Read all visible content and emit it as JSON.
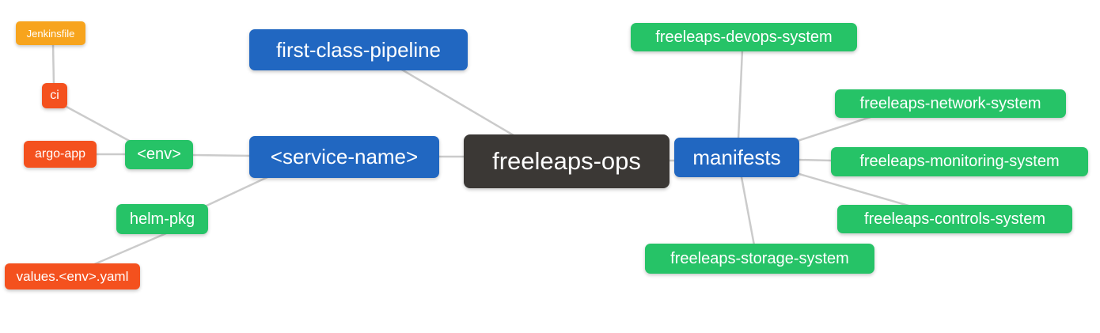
{
  "diagram": {
    "type": "mind-map",
    "root": "freeleaps-ops",
    "palette": {
      "blue": "#2167c1",
      "green": "#26c367",
      "orange": "#f7a41d",
      "red": "#f4511e",
      "dark": "#3b3835",
      "edge": "#cbcbcb",
      "node_text": "#ffffff",
      "background": "#ffffff"
    }
  },
  "nodes": {
    "jenkinsfile": {
      "label": "Jenkinsfile"
    },
    "ci": {
      "label": "ci"
    },
    "argo_app": {
      "label": "argo-app"
    },
    "env": {
      "label": "<env>"
    },
    "helm_pkg": {
      "label": "helm-pkg"
    },
    "values_env_yaml": {
      "label": "values.<env>.yaml"
    },
    "first_class_pipeline": {
      "label": "first-class-pipeline"
    },
    "service_name": {
      "label": "<service-name>"
    },
    "freeleaps_ops": {
      "label": "freeleaps-ops"
    },
    "manifests": {
      "label": "manifests"
    },
    "devops_system": {
      "label": "freeleaps-devops-system"
    },
    "network_system": {
      "label": "freeleaps-network-system"
    },
    "monitoring_system": {
      "label": "freeleaps-monitoring-system"
    },
    "controls_system": {
      "label": "freeleaps-controls-system"
    },
    "storage_system": {
      "label": "freeleaps-storage-system"
    }
  },
  "edges": [
    {
      "from": "jenkinsfile",
      "to": "ci"
    },
    {
      "from": "ci",
      "to": "env"
    },
    {
      "from": "argo_app",
      "to": "env"
    },
    {
      "from": "env",
      "to": "service_name"
    },
    {
      "from": "helm_pkg",
      "to": "service_name"
    },
    {
      "from": "values_env_yaml",
      "to": "helm_pkg"
    },
    {
      "from": "first_class_pipeline",
      "to": "freeleaps_ops"
    },
    {
      "from": "service_name",
      "to": "freeleaps_ops"
    },
    {
      "from": "freeleaps_ops",
      "to": "manifests"
    },
    {
      "from": "manifests",
      "to": "devops_system"
    },
    {
      "from": "manifests",
      "to": "network_system"
    },
    {
      "from": "manifests",
      "to": "monitoring_system"
    },
    {
      "from": "manifests",
      "to": "controls_system"
    },
    {
      "from": "manifests",
      "to": "storage_system"
    }
  ]
}
